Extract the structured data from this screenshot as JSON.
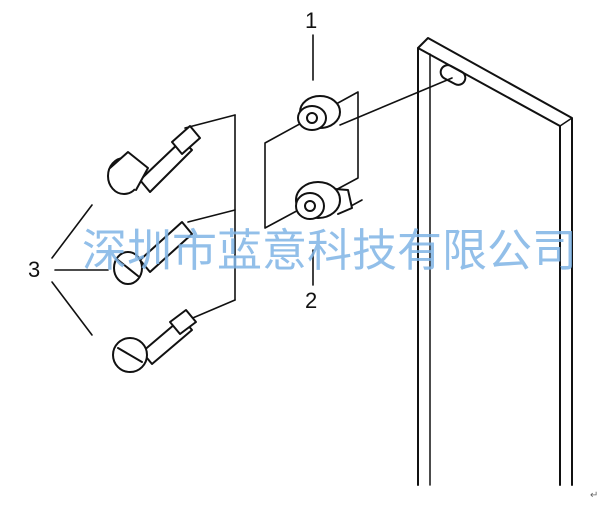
{
  "callouts": {
    "one": "1",
    "two": "2",
    "three": "3"
  },
  "watermark": "深圳市蓝意科技有限公司",
  "return_mark": "↵"
}
